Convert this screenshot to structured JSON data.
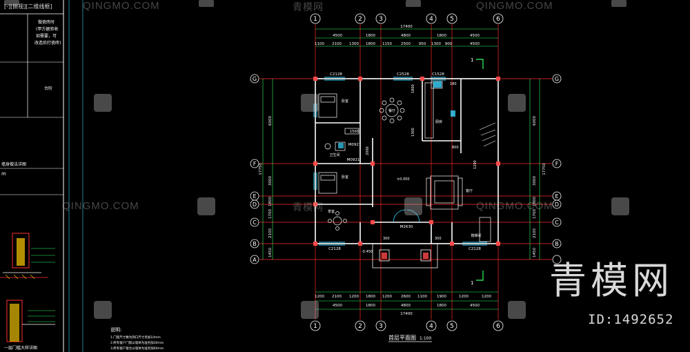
{
  "colors": {
    "background": "#000000",
    "axis": "#ff2a2a",
    "wall": "#ffffff",
    "dim": "#33ff66",
    "text": "#ffffff",
    "window": "#3ad6ff",
    "column": "#ff4a4a"
  },
  "viewport_tab": "[-][俯视][二维线框]",
  "left_panel": {
    "note_text_1": "做瓷砖时",
    "note_text_2": "(甲方据验收",
    "note_text_3": "如需要，可",
    "note_text_4": "改造后打瓷砖)",
    "stair_label": "台阶",
    "section_label": "墙身做法详图",
    "m_label": "m",
    "detail_caption": "一层门槛大样详图"
  },
  "notes": {
    "title": "说明:",
    "line1": "1.门窗尺寸数为洞口尺寸另加10mm",
    "line2": "2.所有窗户门窗以墙体为准另加30mm",
    "line3": "3.所有窗户窗台以墙体为准另加60mm"
  },
  "plan": {
    "axis_top": [
      "1",
      "2",
      "3",
      "4",
      "5",
      "6"
    ],
    "axis_bottom": [
      "1",
      "2",
      "3",
      "4",
      "5",
      "6"
    ],
    "axis_rows": [
      "G",
      "F",
      "E",
      "D",
      "C",
      "B",
      "A"
    ],
    "dims_top_total": "17400",
    "dims_top_main": [
      "4500",
      "1800",
      "4800",
      "1800",
      "4500"
    ],
    "dims_top_detail": [
      "1100",
      "2100",
      "1300",
      "1800",
      "1150",
      "2500",
      "950",
      "1300",
      "900",
      "4500"
    ],
    "dims_bottom_total": "17400",
    "dims_bottom_main": [
      "4500",
      "1800",
      "4800",
      "1800",
      "4500"
    ],
    "dims_bottom_detail": [
      "1200",
      "2100",
      "1200",
      "1800",
      "1200",
      "2600",
      "1100",
      "1900",
      "1200",
      "1200"
    ],
    "dim_left_total": "17750",
    "dim_left_upper": "6000",
    "dim_right_total": "17750",
    "dim_right_upper": "6000",
    "dims_left_rows": [
      "3000",
      "1800",
      "1700",
      "2100",
      "1450"
    ],
    "dims_right_rows": [
      "3000",
      "1800",
      "1700",
      "2100",
      "1450"
    ],
    "windows": [
      "C2128",
      "C2528",
      "C1528",
      "C2128",
      "C2128",
      "M2630",
      "M0927",
      "M0921"
    ],
    "rooms": [
      "卧室",
      "餐厅",
      "厨房",
      "卫生间",
      "卧室",
      "客厅",
      "茶室",
      "楼梯间"
    ],
    "level": "±0.000",
    "level_outside": "-0.450",
    "dim_1500": "1500",
    "dim_800": "800",
    "dim_2000": "2000",
    "dim_300": "300",
    "dim_1300": "1300",
    "section_mark": "1",
    "dims_inner": [
      "1200",
      "1800",
      "180"
    ],
    "title": "首层平面图",
    "scale": "1:100"
  },
  "watermarks": {
    "brand": "QINGMO.COM",
    "brand_cn": "青模网",
    "logo": "青模网",
    "id_text": "ID:1492652"
  }
}
